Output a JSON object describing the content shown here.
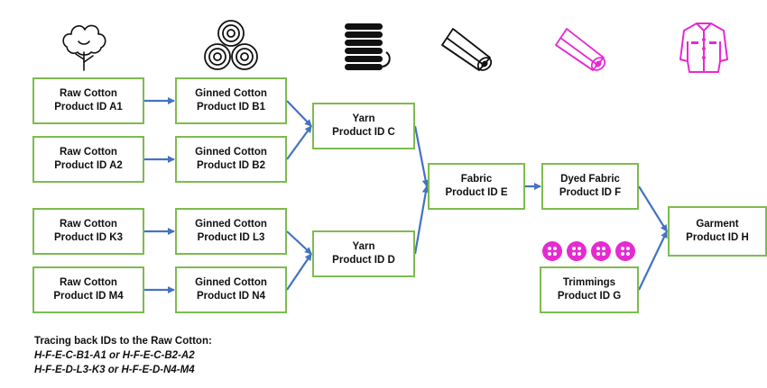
{
  "colors": {
    "node_border": "#7dbb4f",
    "arrow": "#4472c4",
    "dyed_icon": "#e62ad2",
    "icon": "#111111"
  },
  "icons": [
    "cotton-plant-icon",
    "cotton-bales-icon",
    "yarn-spool-icon",
    "fabric-roll-icon",
    "dyed-fabric-roll-icon",
    "garment-jacket-icon",
    "buttons-icon"
  ],
  "nodes": {
    "A1": {
      "name": "Raw Cotton",
      "pid": "Product ID A1"
    },
    "A2": {
      "name": "Raw Cotton",
      "pid": "Product ID A2"
    },
    "K3": {
      "name": "Raw Cotton",
      "pid": "Product ID K3"
    },
    "M4": {
      "name": "Raw Cotton",
      "pid": "Product ID M4"
    },
    "B1": {
      "name": "Ginned Cotton",
      "pid": "Product ID B1"
    },
    "B2": {
      "name": "Ginned Cotton",
      "pid": "Product ID B2"
    },
    "L3": {
      "name": "Ginned Cotton",
      "pid": "Product ID L3"
    },
    "N4": {
      "name": "Ginned Cotton",
      "pid": "Product ID N4"
    },
    "C": {
      "name": "Yarn",
      "pid": "Product ID C"
    },
    "D": {
      "name": "Yarn",
      "pid": "Product ID D"
    },
    "E": {
      "name": "Fabric",
      "pid": "Product ID E"
    },
    "F": {
      "name": "Dyed Fabric",
      "pid": "Product ID F"
    },
    "G": {
      "name": "Trimmings",
      "pid": "Product ID G"
    },
    "H": {
      "name": "Garment",
      "pid": "Product ID H"
    }
  },
  "edges": [
    [
      "A1",
      "B1"
    ],
    [
      "A2",
      "B2"
    ],
    [
      "K3",
      "L3"
    ],
    [
      "M4",
      "N4"
    ],
    [
      "B1",
      "C"
    ],
    [
      "B2",
      "C"
    ],
    [
      "L3",
      "D"
    ],
    [
      "N4",
      "D"
    ],
    [
      "C",
      "E"
    ],
    [
      "D",
      "E"
    ],
    [
      "E",
      "F"
    ],
    [
      "F",
      "H"
    ],
    [
      "G",
      "H"
    ]
  ],
  "caption": {
    "heading": "Tracing back IDs to the Raw Cotton:",
    "line1": "H-F-E-C-B1-A1  or H-F-E-C-B2-A2",
    "line2": "H-F-E-D-L3-K3  or H-F-E-D-N4-M4"
  }
}
